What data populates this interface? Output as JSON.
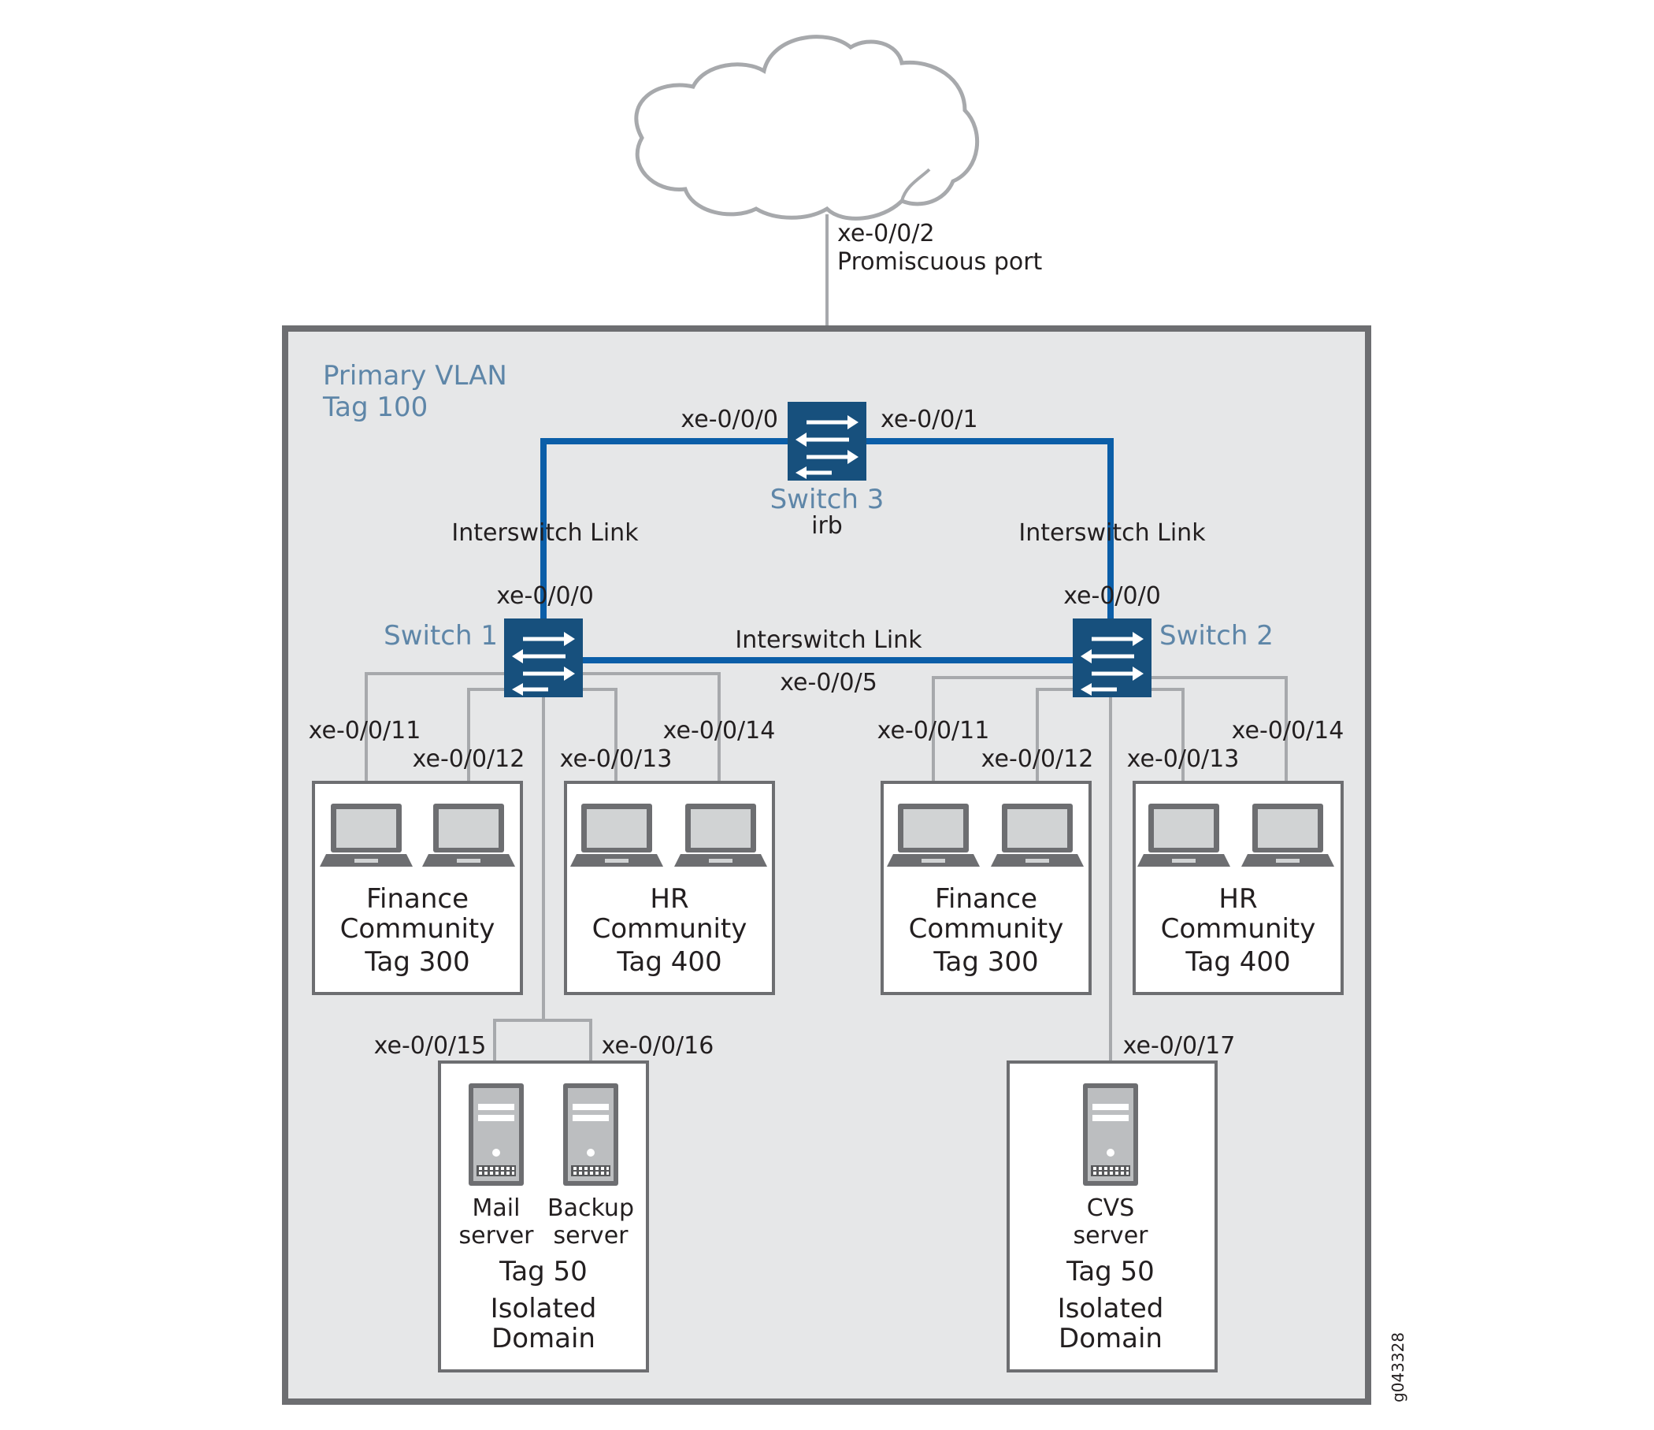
{
  "colors": {
    "region_fill": "#e6e7e8",
    "region_stroke": "#6d6e71",
    "interswitch_link": "#0b5ea8",
    "access_line": "#a7a9ac",
    "switch_fill": "#17507d",
    "label_blue": "#5e86a8",
    "text": "#231f20"
  },
  "cloud": {
    "port": "xe-0/0/2",
    "port_role": "Promiscuous port"
  },
  "region": {
    "name": "Primary VLAN",
    "tag": "Tag 100"
  },
  "switch3": {
    "name": "Switch 3",
    "sub": "irb",
    "port_left": "xe-0/0/0",
    "port_right": "xe-0/0/1"
  },
  "links": {
    "left": "Interswitch Link",
    "right": "Interswitch Link",
    "middle": "Interswitch Link",
    "middle_port": "xe-0/0/5"
  },
  "switch1": {
    "name": "Switch 1",
    "uplink_port": "xe-0/0/0",
    "ports": [
      "xe-0/0/11",
      "xe-0/0/12",
      "xe-0/0/13",
      "xe-0/0/14",
      "xe-0/0/15",
      "xe-0/0/16"
    ]
  },
  "switch2": {
    "name": "Switch 2",
    "uplink_port": "xe-0/0/0",
    "ports": [
      "xe-0/0/11",
      "xe-0/0/12",
      "xe-0/0/13",
      "xe-0/0/14",
      "xe-0/0/17"
    ]
  },
  "communities": [
    {
      "line1": "Finance",
      "line2": "Community",
      "line3": "Tag 300"
    },
    {
      "line1": "HR",
      "line2": "Community",
      "line3": "Tag 400"
    },
    {
      "line1": "Finance",
      "line2": "Community",
      "line3": "Tag 300"
    },
    {
      "line1": "HR",
      "line2": "Community",
      "line3": "Tag 400"
    }
  ],
  "isolated_left": {
    "server1_line1": "Mail",
    "server1_line2": "server",
    "server2_line1": "Backup",
    "server2_line2": "server",
    "tag": "Tag 50",
    "line1": "Isolated",
    "line2": "Domain"
  },
  "isolated_right": {
    "server_line1": "CVS",
    "server_line2": "server",
    "tag": "Tag 50",
    "line1": "Isolated",
    "line2": "Domain"
  },
  "figure_id": "g043328"
}
